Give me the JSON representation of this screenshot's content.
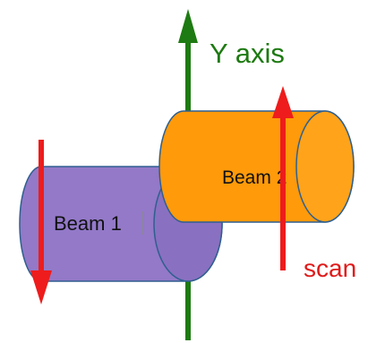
{
  "labels": {
    "y_axis": "Y axis",
    "scan": "scan",
    "beam1": "Beam 1",
    "beam2": "Beam 2"
  },
  "colors": {
    "axis": "#1e7a12",
    "beam1_fill": "#9379c8",
    "beam1_end": "#8a70c1",
    "beam2_fill": "#ff9a0a",
    "beam2_end": "#ffa31a",
    "outline": "#2f5f8f",
    "arrow": "#ee1c1c",
    "scan_text": "#e01a1a",
    "beam_text": "#111111"
  }
}
